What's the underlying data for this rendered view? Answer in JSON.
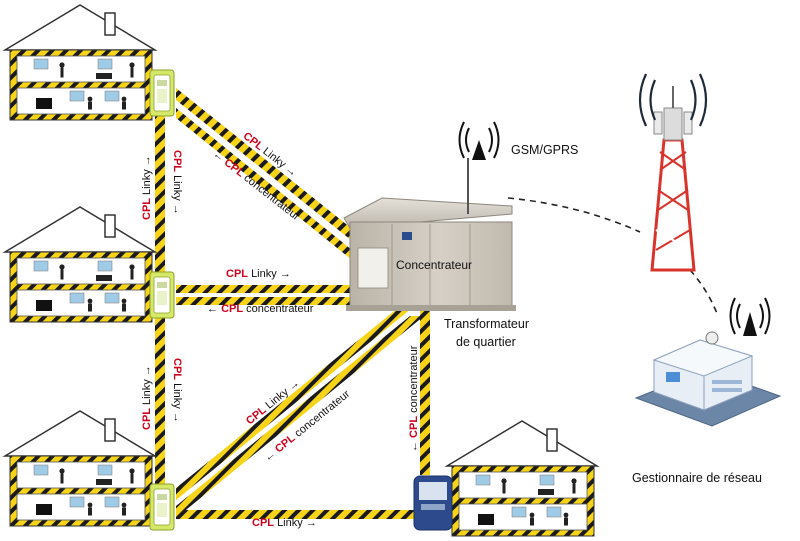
{
  "labels": {
    "cpl": "CPL",
    "linky": "Linky",
    "concentrateur_lc": "concentrateur",
    "concentrateur": "Concentrateur",
    "transfo_line1": "Transformateur",
    "transfo_line2": "de quartier",
    "gsm": "GSM/GPRS",
    "gestionnaire": "Gestionnaire de réseau"
  },
  "arrows": {
    "right": "→",
    "left": "←",
    "up": "↑",
    "down": "↓"
  },
  "colors": {
    "cable_yellow": "#f7d417",
    "cable_black": "#1a1a1a",
    "cpl_red": "#d0021b",
    "meter_green": "#d6e86a",
    "cabinet": "#c9c3b8",
    "tower_red": "#d8342c"
  },
  "icons": [
    "house-icon",
    "linky-meter-icon",
    "cabinet-icon",
    "antenna-icon",
    "tower-icon",
    "building-icon",
    "blue-meter-icon"
  ]
}
